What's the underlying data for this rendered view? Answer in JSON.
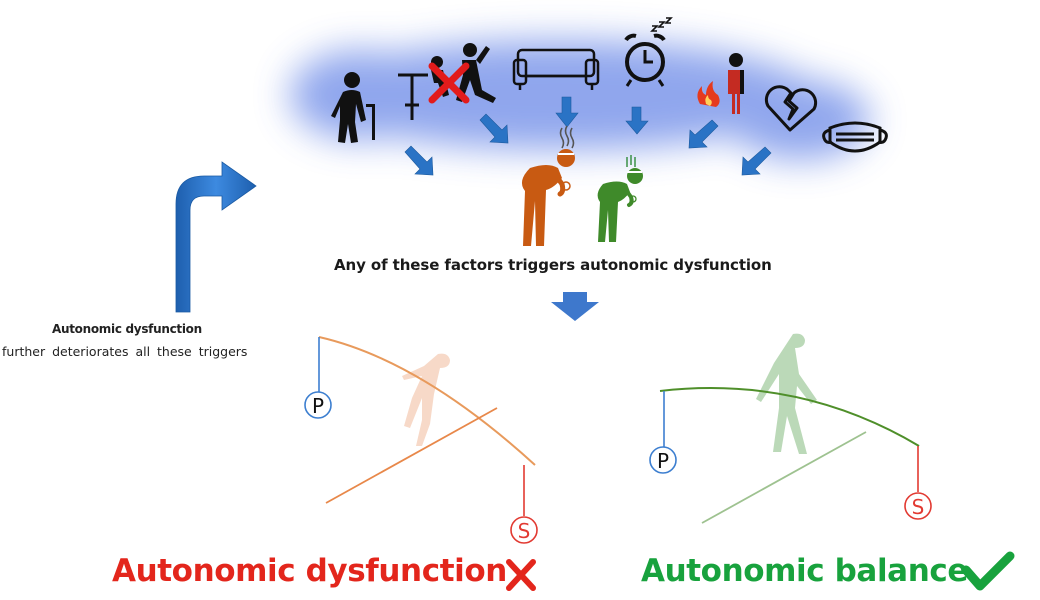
{
  "caption": {
    "triggers": "Any of these factors triggers autonomic dysfunction",
    "feedback_title": "Autonomic dysfunction",
    "feedback_text": "further deteriorates  all these triggers"
  },
  "balance_markers": {
    "p": "P",
    "s": "S"
  },
  "results": {
    "dysfunction": "Autonomic dysfunction",
    "balance": "Autonomic balance"
  },
  "icons": [
    "elderly-person-icon",
    "no-exercise-icon",
    "sofa-icon",
    "alarm-clock-icon",
    "inflammation-person-icon",
    "broken-heart-icon",
    "face-mask-icon",
    "sick-person-icon"
  ],
  "colors": {
    "arrow_blue": "#2a73c5",
    "cloud_blue": "#6f8de6",
    "dysfunction_red": "#e3261c",
    "balance_green": "#18a23d",
    "dysfunction_rope": "#e89a5c",
    "balance_rope": "#4f8f2a",
    "sick_orange": "#c85a12",
    "sick_green": "#3f8a2a",
    "marker_blue": "#3d7fd0",
    "marker_red": "#e23a32"
  }
}
